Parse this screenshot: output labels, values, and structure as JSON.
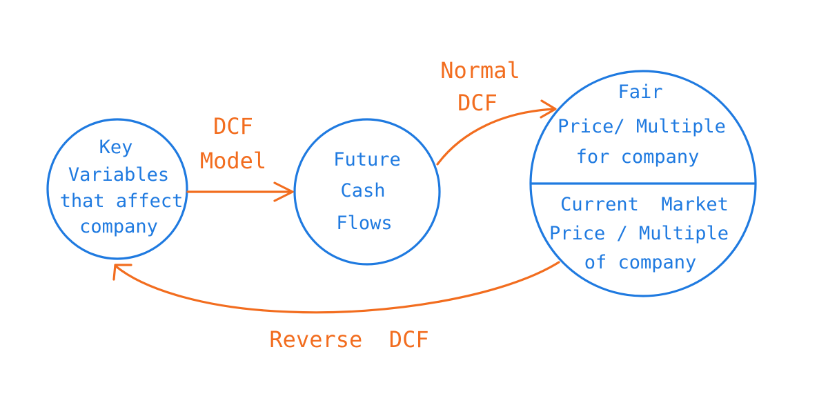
{
  "colors": {
    "node": "#1f7ae0",
    "edge": "#f26d1f",
    "background": "#ffffff"
  },
  "nodes": {
    "key_variables": {
      "lines": [
        "Key",
        "Variables",
        "that affect",
        "company"
      ]
    },
    "future_cash_flows": {
      "lines": [
        "Future",
        "Cash",
        "Flows"
      ]
    },
    "valuation": {
      "top_lines": [
        "Fair",
        "Price/ Multiple",
        "for company"
      ],
      "bottom_lines": [
        "Current  Market",
        "Price / Multiple",
        "of company"
      ]
    }
  },
  "edges": {
    "dcf_model": {
      "lines": [
        "DCF",
        "Model"
      ]
    },
    "normal_dcf": {
      "lines": [
        "Normal",
        "DCF"
      ]
    },
    "reverse_dcf": {
      "lines": [
        "Reverse  DCF"
      ]
    }
  }
}
